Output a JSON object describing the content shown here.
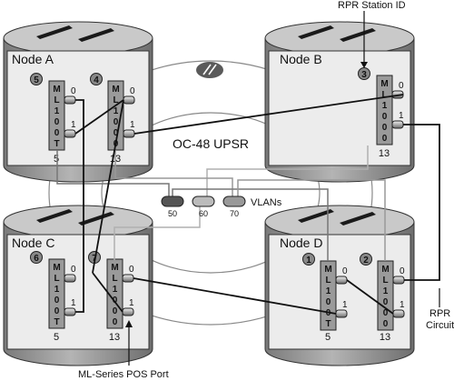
{
  "colors": {
    "cylinder_body": "#8f8f8f",
    "cylinder_top": "#c9c9c9",
    "panel": "#ececec",
    "card": "#9a9a9a",
    "link": "#111111",
    "vlan_dark": "#555555",
    "vlan_mid": "#bbbbbb",
    "vlan_light": "#999999"
  },
  "annotations": {
    "station_id_label": "RPR Station ID",
    "ring_label": "OC-48 UPSR",
    "vlans_label": "VLANs",
    "rpr_circuit_line1": "RPR",
    "rpr_circuit_line2": "Circuit",
    "pos_port_label": "ML-Series POS Port"
  },
  "vlans": [
    "50",
    "60",
    "70"
  ],
  "nodes": {
    "a": {
      "title": "Node A",
      "cards": [
        {
          "letters": [
            "M",
            "L",
            "1",
            "0",
            "0",
            "T"
          ],
          "slot": "5",
          "badge": "5",
          "ports": [
            "0",
            "1"
          ]
        },
        {
          "letters": [
            "M",
            "L",
            "1",
            "0",
            "0",
            "0"
          ],
          "slot": "13",
          "badge": "4",
          "ports": [
            "0",
            "1"
          ]
        }
      ]
    },
    "b": {
      "title": "Node B",
      "cards": [
        {
          "letters": [
            "M",
            "L",
            "1",
            "0",
            "0",
            "0"
          ],
          "slot": "13",
          "badge": "3",
          "ports": [
            "0",
            "1"
          ]
        }
      ]
    },
    "c": {
      "title": "Node C",
      "cards": [
        {
          "letters": [
            "M",
            "L",
            "1",
            "0",
            "0",
            "T"
          ],
          "slot": "5",
          "badge": "6",
          "ports": [
            "0",
            "1"
          ]
        },
        {
          "letters": [
            "M",
            "L",
            "1",
            "0",
            "0",
            "0"
          ],
          "slot": "13",
          "badge": "7",
          "ports": [
            "0",
            "1"
          ]
        }
      ]
    },
    "d": {
      "title": "Node D",
      "cards": [
        {
          "letters": [
            "M",
            "L",
            "1",
            "0",
            "0",
            "T"
          ],
          "slot": "5",
          "badge": "1",
          "ports": [
            "0",
            "1"
          ]
        },
        {
          "letters": [
            "M",
            "L",
            "1",
            "0",
            "0",
            "0"
          ],
          "slot": "13",
          "badge": "2",
          "ports": [
            "0",
            "1"
          ]
        }
      ]
    }
  }
}
